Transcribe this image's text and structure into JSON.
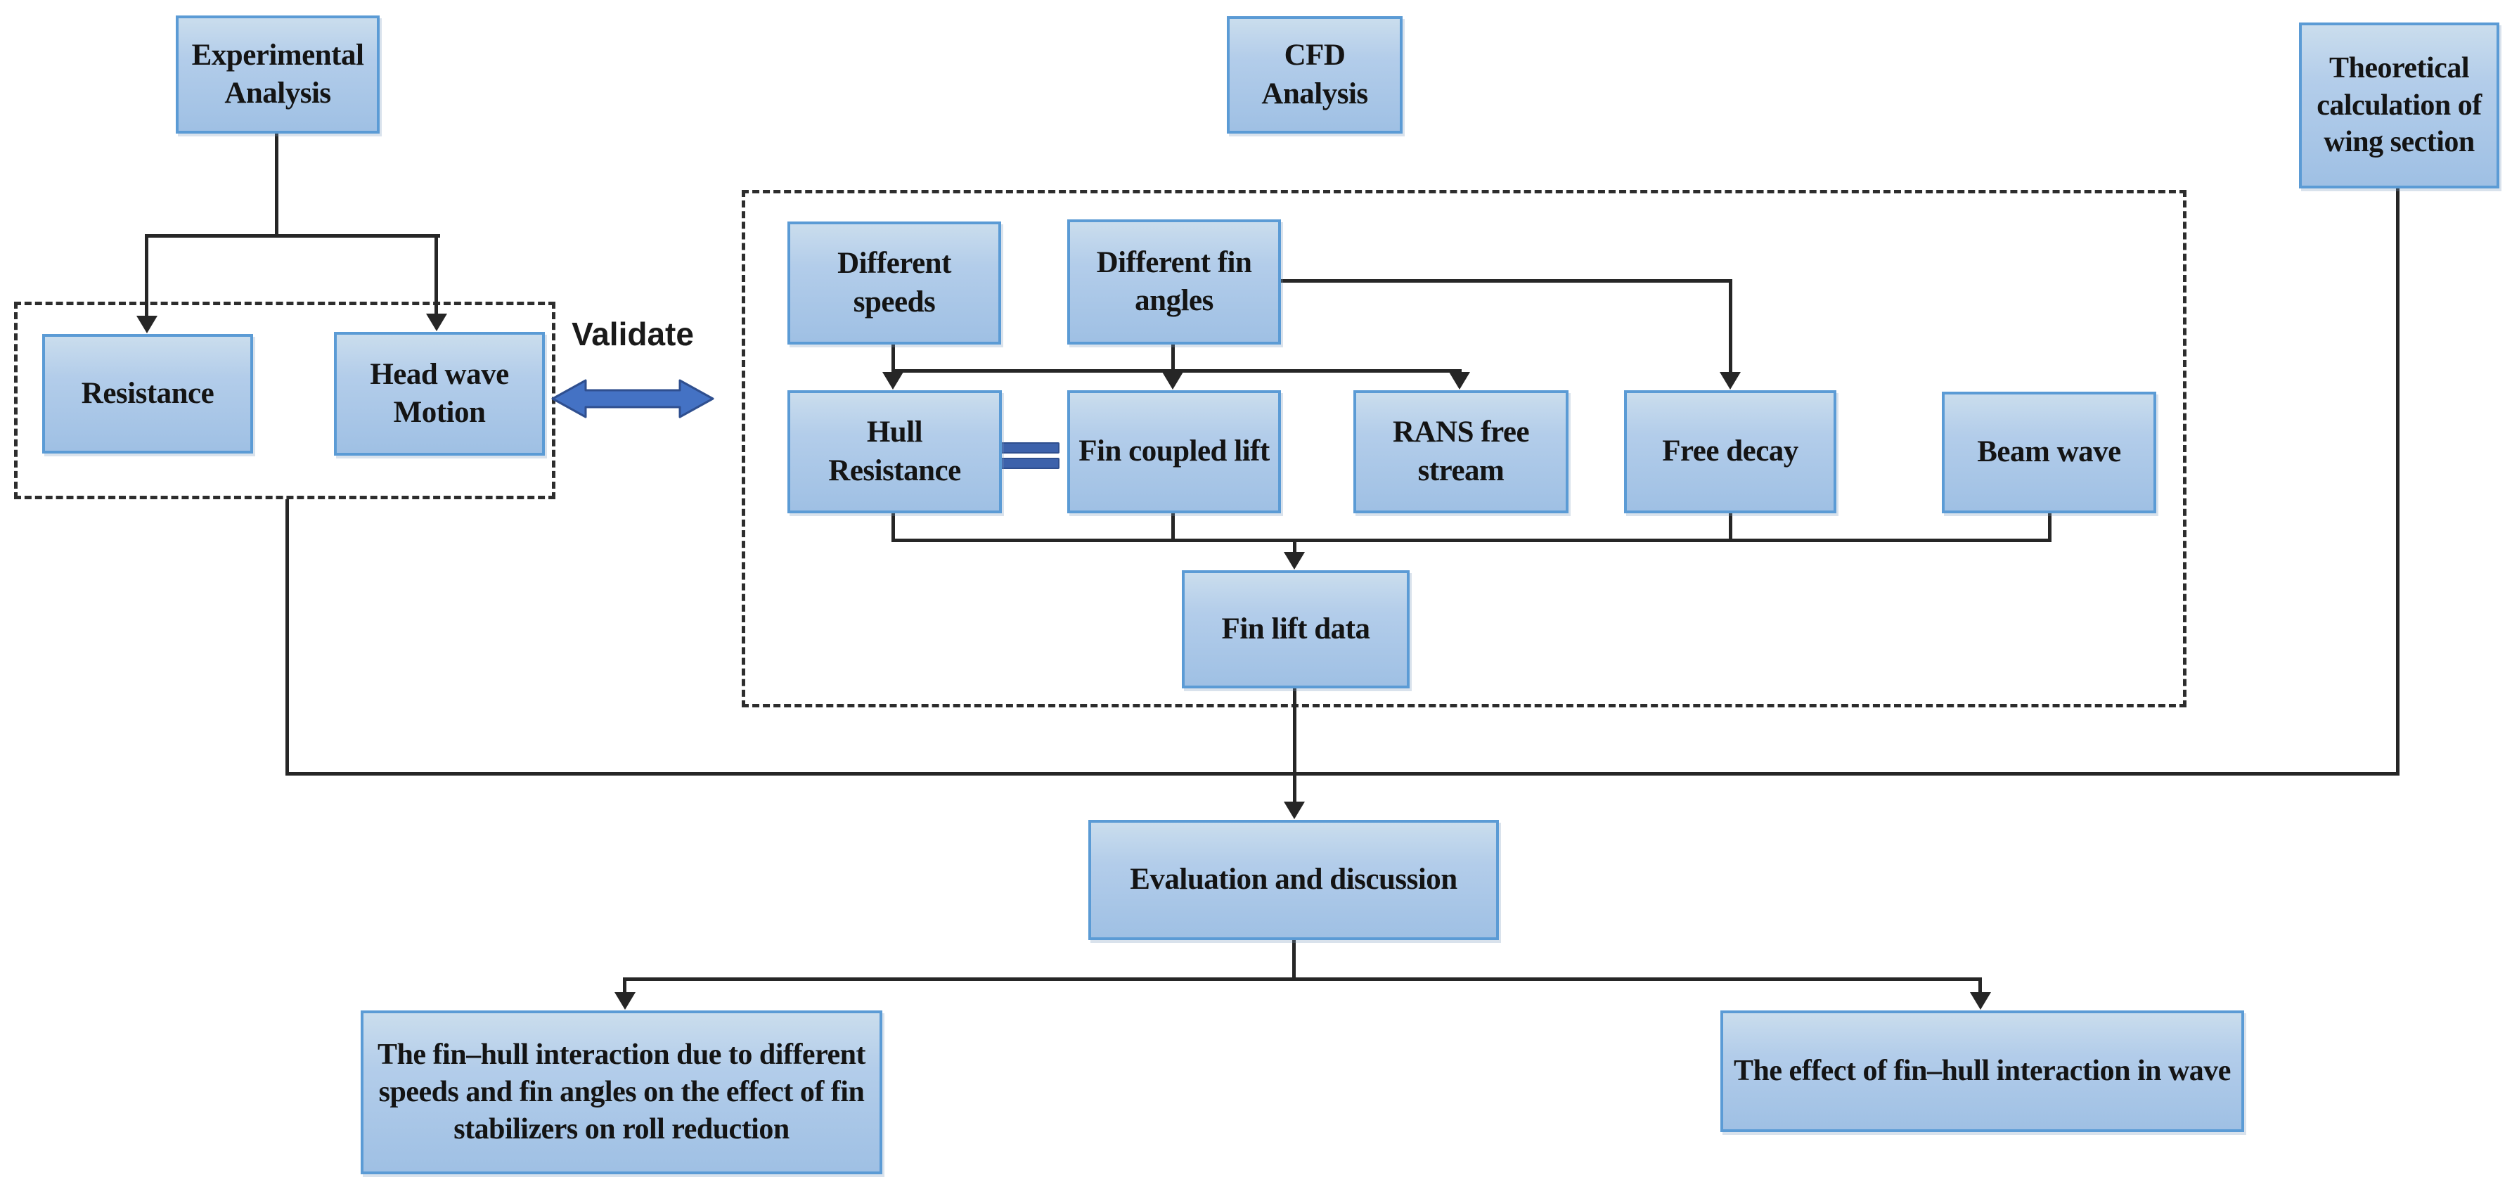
{
  "boxes": {
    "experimental_analysis": "Experimental Analysis",
    "cfd_analysis": "CFD Analysis",
    "theoretical_calculation": "Theoretical calculation of wing section",
    "resistance": "Resistance",
    "head_wave_motion": "Head wave Motion",
    "different_speeds": "Different speeds",
    "different_fin_angles": "Different fin angles",
    "hull_resistance": "Hull Resistance",
    "fin_coupled_lift": "Fin coupled lift",
    "rans_free_stream": "RANS free stream",
    "free_decay": "Free decay",
    "beam_wave": "Beam wave",
    "fin_lift_data": "Fin lift data",
    "evaluation_and_discussion": "Evaluation and discussion",
    "outcome_roll_reduction": "The fin–hull interaction due to different speeds and fin angles on the effect of fin stabilizers on roll reduction",
    "outcome_wave_effect": "The effect of fin–hull interaction in wave"
  },
  "annotations": {
    "validate": "Validate"
  },
  "colors": {
    "box_fill_top": "#cadded",
    "box_fill_bottom": "#9fc0e4",
    "box_border": "#5b9bd5",
    "connector": "#262626",
    "accent_blue": "#4472c4",
    "accent_blue_dark": "#2f4f8f"
  }
}
